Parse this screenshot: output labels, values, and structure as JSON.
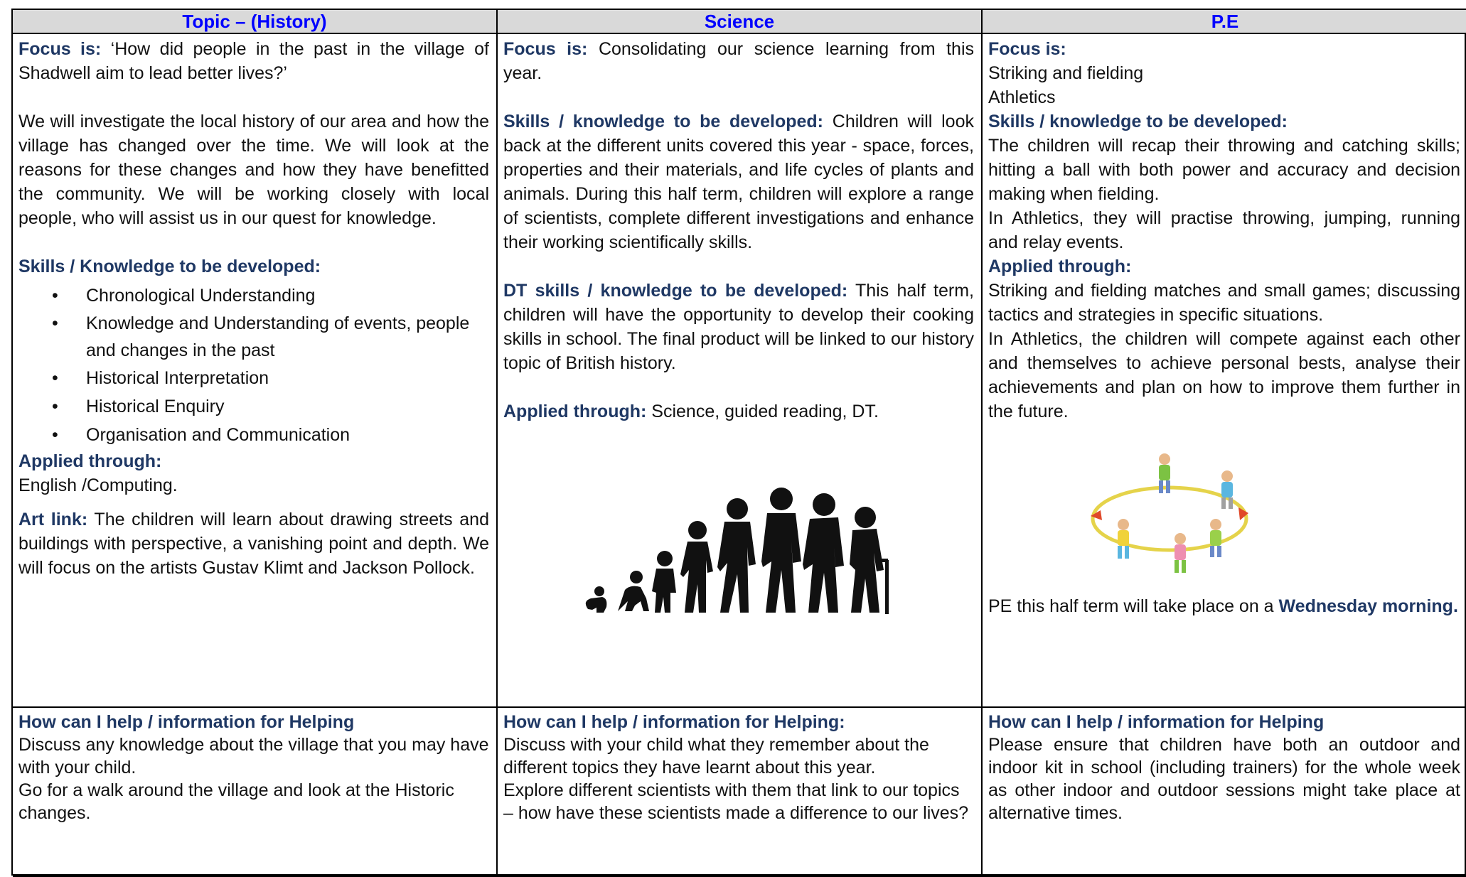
{
  "headers": {
    "history": "Topic – (History)",
    "science": "Science",
    "pe": "P.E"
  },
  "history": {
    "focus_label": "Focus is:",
    "focus_text": " ‘How did people in the past in the village of Shadwell aim to lead better lives?’",
    "intro": "We will investigate the local history of our area and how the village has changed over the time.  We will look at the reasons for these changes and how they have benefitted the community.  We will be working closely with local people, who will assist us in our quest for knowledge.",
    "skills_label": "Skills / Knowledge to be developed:",
    "skills": [
      "Chronological Understanding",
      "Knowledge and Understanding of events, people and changes in the past",
      "Historical Interpretation",
      "Historical Enquiry",
      "Organisation and Communication"
    ],
    "applied_label": "Applied through:",
    "applied_text": "English /Computing.",
    "art_label": "Art link:",
    "art_text": " The children will learn about drawing streets and buildings with perspective, a vanishing point and depth. We will focus on the artists Gustav Klimt and Jackson Pollock.",
    "help_label": "How can I help / information for Helping",
    "help_text_1": "Discuss any knowledge about the village that you may have with your child.",
    "help_text_2": "Go for a walk around the village and look at the Historic changes."
  },
  "science": {
    "focus_label": "Focus is:",
    "focus_text": " Consolidating our science learning from this year.",
    "skills_label": "Skills / knowledge to be developed:",
    "skills_text": " Children will look back at the different units covered this year - space, forces, properties and their materials, and life cycles of plants and animals. During this half term, children will explore a range of scientists, complete different investigations and enhance their working scientifically skills.",
    "dt_label": "DT skills / knowledge to be developed:",
    "dt_text": " This half term, children will have the opportunity to develop their cooking skills in school. The final product will be linked to our history topic of British history.",
    "applied_label": "Applied through:",
    "applied_text": " Science, guided reading, DT.",
    "help_label": "How can I help / information for Helping:",
    "help_text_1": "Discuss with your child what they remember about the different topics they have learnt about this year.",
    "help_text_2": "Explore different scientists with them that link to our topics – how have these scientists made a difference to our lives?"
  },
  "pe": {
    "focus_label": "Focus is:",
    "focus_line_1": "Striking and fielding",
    "focus_line_2": "Athletics",
    "skills_label": "Skills / knowledge to be developed:",
    "skills_text_1": "The children will recap their throwing and catching skills; hitting a ball with both power and accuracy and decision making when fielding.",
    "skills_text_2": "In Athletics, they will practise throwing, jumping, running and relay events.",
    "applied_label": "Applied through:",
    "applied_text_1": "Striking and fielding matches and small games; discussing tactics and strategies in specific situations.",
    "applied_text_2": "In Athletics, the children will compete against each other and themselves to achieve personal bests, analyse their achievements and plan on how to improve them further in the future.",
    "schedule_text": "PE this half term will take place on a ",
    "schedule_day": "Wednesday morning.",
    "help_label": "How can I help / information for Helping",
    "help_text": "Please ensure that children have both an outdoor and indoor kit in school (including trainers) for the whole week as other indoor and outdoor sessions might take place at alternative times."
  },
  "colors": {
    "header_text": "#0000ff",
    "header_bg": "#d9d9d9",
    "label": "#1f3864"
  }
}
